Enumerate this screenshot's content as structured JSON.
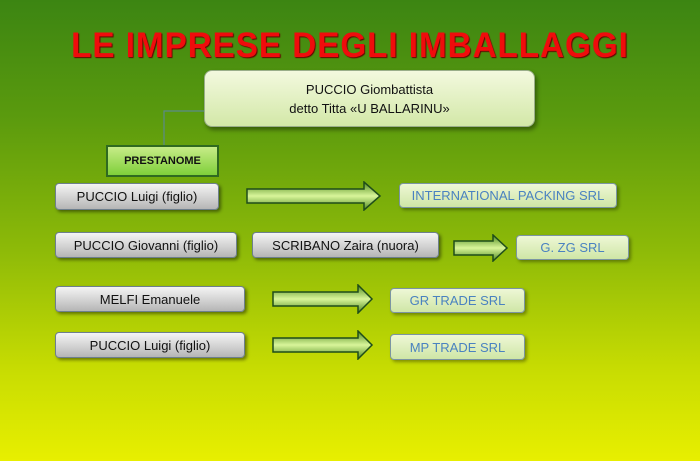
{
  "title": "LE IMPRESE DEGLI IMBALLAGGI",
  "boss": {
    "line1": "PUCCIO Giombattista",
    "line2": "detto Titta  «U BALLARINU»"
  },
  "prestanome_label": "PRESTANOME",
  "rows": [
    {
      "people": [
        "PUCCIO Luigi (figlio)"
      ],
      "company": "INTERNATIONAL PACKING SRL"
    },
    {
      "people": [
        "PUCCIO Giovanni (figlio)",
        "SCRIBANO Zaira (nuora)"
      ],
      "company": "G. ZG SRL"
    },
    {
      "people": [
        "MELFI Emanuele"
      ],
      "company": "GR TRADE SRL"
    },
    {
      "people": [
        "PUCCIO Luigi (figlio)"
      ],
      "company": "MP TRADE SRL"
    }
  ],
  "colors": {
    "title": "#f00c0c",
    "company_text": "#4a82c0"
  }
}
